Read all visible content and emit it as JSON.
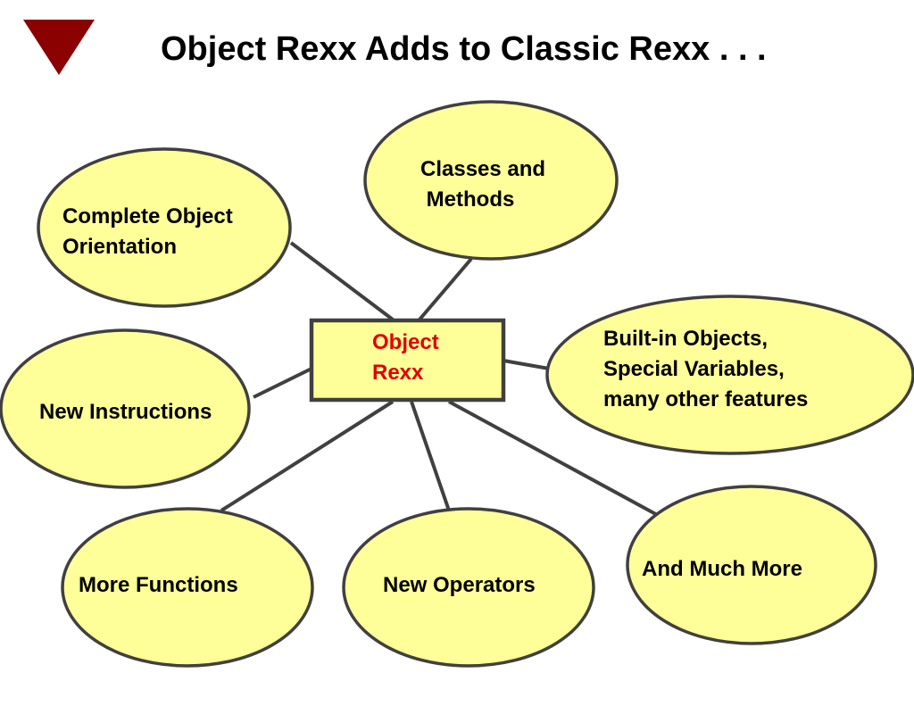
{
  "title": "Object Rexx Adds to Classic Rexx . . .",
  "center": {
    "line1": "Object",
    "line2": "Rexx"
  },
  "nodes": {
    "classes": {
      "line1": "Classes and",
      "line2": " Methods"
    },
    "complete": {
      "line1": "Complete Object",
      "line2": "Orientation"
    },
    "builtin": {
      "line1": "Built-in Objects,",
      "line2": "Special Variables,",
      "line3": "many other features"
    },
    "instructions": {
      "line1": "New Instructions"
    },
    "functions": {
      "line1": "More Functions"
    },
    "operators": {
      "line1": "New Operators"
    },
    "more": {
      "line1": "And Much More"
    }
  },
  "colors": {
    "ellipse_fill": "#ffff99",
    "outline": "#404040",
    "marker": "#8b0000",
    "center_text": "#e00000"
  }
}
